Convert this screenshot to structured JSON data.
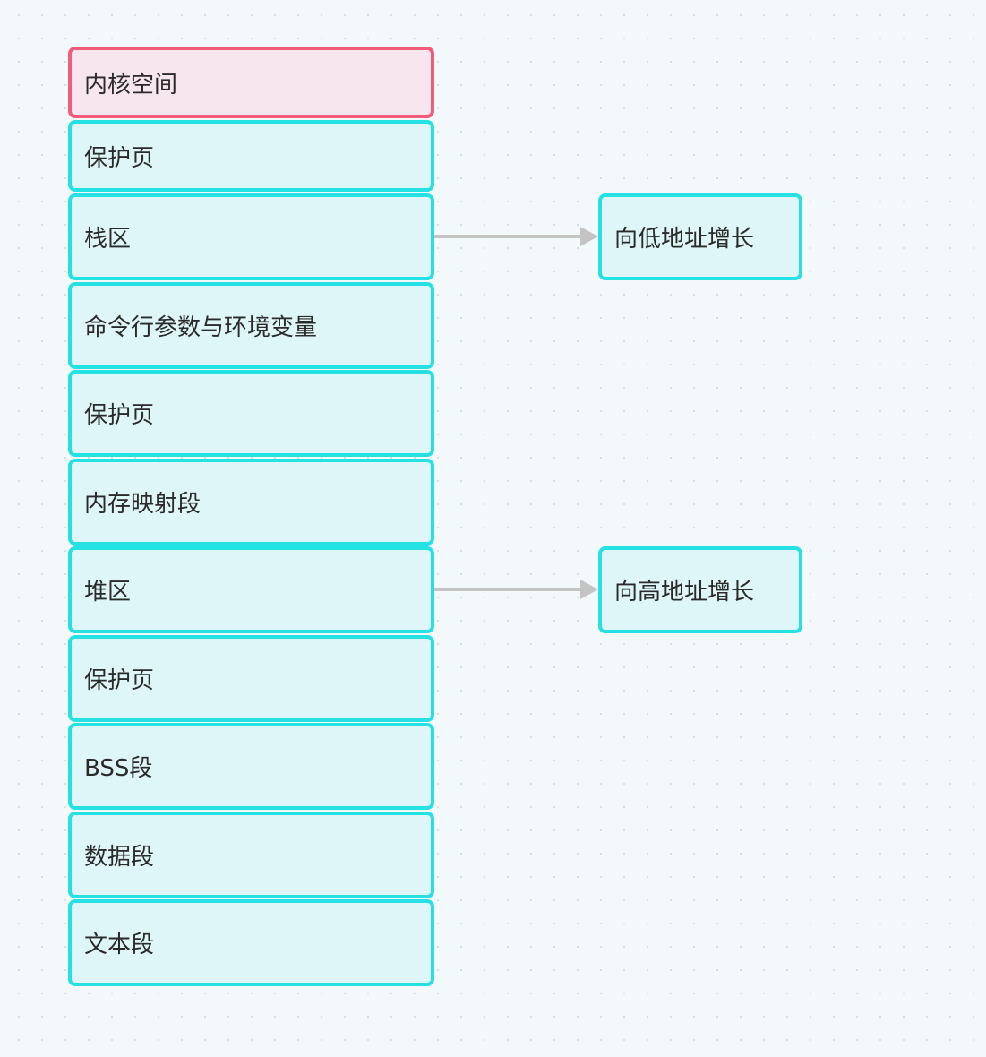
{
  "memory_layout": {
    "segments": [
      {
        "label": "内核空间",
        "kind": "kernel"
      },
      {
        "label": "保护页",
        "kind": "segment"
      },
      {
        "label": "栈区",
        "kind": "segment"
      },
      {
        "label": "命令行参数与环境变量",
        "kind": "segment"
      },
      {
        "label": "保护页",
        "kind": "segment"
      },
      {
        "label": "内存映射段",
        "kind": "segment"
      },
      {
        "label": "堆区",
        "kind": "segment"
      },
      {
        "label": "保护页",
        "kind": "segment"
      },
      {
        "label": "BSS段",
        "kind": "segment"
      },
      {
        "label": "数据段",
        "kind": "segment"
      },
      {
        "label": "文本段",
        "kind": "segment"
      }
    ]
  },
  "annotations": {
    "stack_growth": "向低地址增长",
    "heap_growth": "向高地址增长"
  },
  "connections": [
    {
      "from": "栈区",
      "to": "向低地址增长"
    },
    {
      "from": "堆区",
      "to": "向高地址增长"
    }
  ],
  "colors": {
    "segment_border": "#26e1e3",
    "segment_fill": "#dff6f9",
    "kernel_border": "#f25c7c",
    "kernel_fill": "#f8e6ee",
    "connector": "#c4c4c4"
  }
}
